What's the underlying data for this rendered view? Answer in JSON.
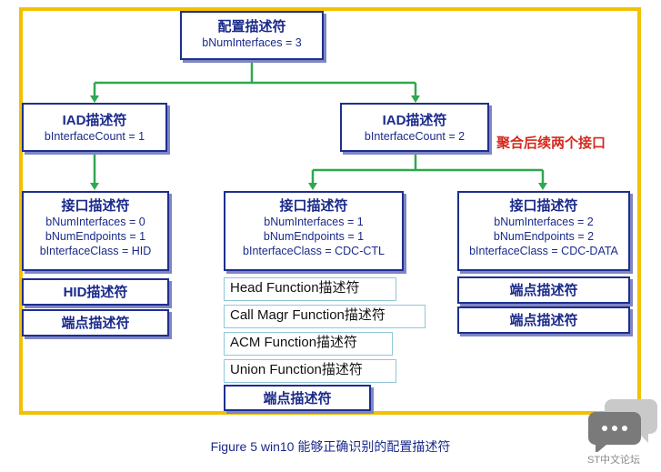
{
  "root": {
    "title": "配置描述符",
    "line1": "bNumInterfaces = 3"
  },
  "iad_left": {
    "title": "IAD描述符",
    "line1": "bInterfaceCount = 1"
  },
  "iad_right": {
    "title": "IAD描述符",
    "line1": "bInterfaceCount = 2"
  },
  "note": "聚合后续两个接口",
  "iface_hid": {
    "title": "接口描述符",
    "lines": [
      "bNumInterfaces = 0",
      "bNumEndpoints = 1",
      "bInterfaceClass = HID"
    ],
    "children": [
      "HID描述符",
      "端点描述符"
    ]
  },
  "iface_cdc_ctl": {
    "title": "接口描述符",
    "lines": [
      "bNumInterfaces = 1",
      "bNumEndpoints = 1",
      "bInterfaceClass = CDC-CTL"
    ],
    "functions": [
      "Head Function描述符",
      "Call Magr Function描述符",
      "ACM Function描述符",
      "Union Function描述符"
    ],
    "endpoint": "端点描述符"
  },
  "iface_cdc_data": {
    "title": "接口描述符",
    "lines": [
      "bNumInterfaces = 2",
      "bNumEndpoints = 2",
      "bInterfaceClass = CDC-DATA"
    ],
    "children": [
      "端点描述符",
      "端点描述符"
    ]
  },
  "caption": "Figure 5 win10 能够正确识别的配置描述符",
  "watermark": "ST中文论坛",
  "colors": {
    "frame": "#f2c100",
    "box_border": "#1d2f8f",
    "connector": "#2fa84f",
    "note": "#d42a1e",
    "text": "#1a2a8a"
  }
}
